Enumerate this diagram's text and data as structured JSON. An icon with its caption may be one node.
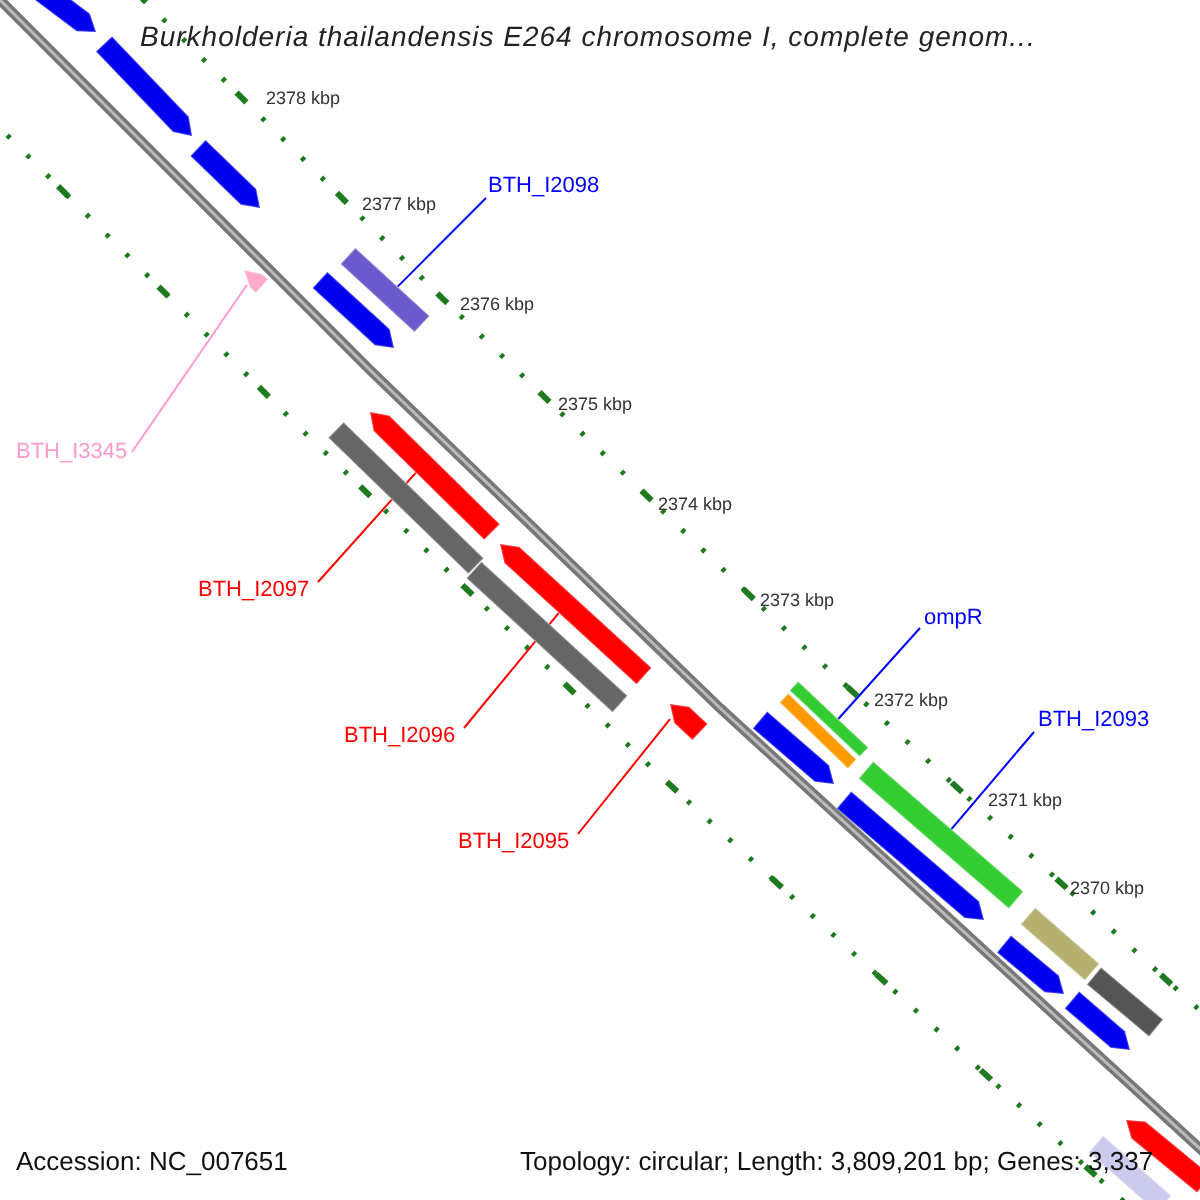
{
  "diagram": {
    "title": "Burkholderia thailandensis E264 chromosome I, complete genom...",
    "nodes": [
      {
        "text": [
          "BTH_I2098"
        ]
      },
      {
        "text": [],
        "shape": "bar"
      },
      {
        "text": [
          "BTH_I3345"
        ]
      },
      {
        "text": [],
        "shape": "arrow"
      },
      {
        "text": [
          "BTH_I2097"
        ]
      },
      {
        "text": [],
        "shape": "arrow"
      },
      {
        "text": [
          "BTH_I2096"
        ]
      },
      {
        "text": [],
        "shape": "arrow"
      },
      {
        "text": [
          "BTH_I2095"
        ]
      },
      {
        "text": [],
        "shape": "arrow"
      },
      {
        "text": [
          "ompR"
        ]
      },
      {
        "text": [],
        "shape": "bar"
      },
      {
        "text": [
          "BTH_I2093"
        ]
      },
      {
        "text": [],
        "shape": "bar"
      },
      {
        "text": [],
        "shape": "arrow"
      },
      {
        "text": [],
        "shape": "arrow"
      },
      {
        "text": [],
        "shape": "arrow"
      },
      {
        "text": [],
        "shape": "arrow"
      },
      {
        "text": [],
        "shape": "bar"
      },
      {
        "text": [],
        "shape": "bar"
      },
      {
        "text": [],
        "shape": "arrow"
      },
      {
        "text": [],
        "shape": "bar"
      },
      {
        "text": [],
        "shape": "arrow"
      },
      {
        "text": [],
        "shape": "bar"
      },
      {
        "text": [],
        "shape": "arrow"
      },
      {
        "text": [],
        "shape": "bar"
      },
      {
        "text": [],
        "shape": "arrow"
      },
      {
        "text": [],
        "shape": "bar"
      },
      {
        "text": [],
        "shape": "arrow"
      }
    ],
    "edges": [
      {
        "from": 0,
        "to": 1,
        "arrow": "none",
        "color": "#0000ff"
      },
      {
        "from": 2,
        "to": 3,
        "arrow": "none",
        "color": "#ff99cc"
      },
      {
        "from": 4,
        "to": 5,
        "arrow": "none",
        "color": "#ff0000"
      },
      {
        "from": 6,
        "to": 7,
        "arrow": "none",
        "color": "#ff0000"
      },
      {
        "from": 8,
        "to": 9,
        "arrow": "none",
        "color": "#ff0000"
      },
      {
        "from": 10,
        "to": 11,
        "arrow": "none",
        "color": "#0000ff"
      },
      {
        "from": 12,
        "to": 13,
        "arrow": "none",
        "color": "#0000ff"
      }
    ],
    "labels": [
      "2378 kbp",
      "2377 kbp",
      "2376 kbp",
      "2375 kbp",
      "2374 kbp",
      "2373 kbp",
      "2372 kbp",
      "2371 kbp",
      "2370 kbp",
      "Accession: NC_007651",
      "Topology: circular; Length: 3,809,201 bp; Genes: 3,337"
    ]
  }
}
